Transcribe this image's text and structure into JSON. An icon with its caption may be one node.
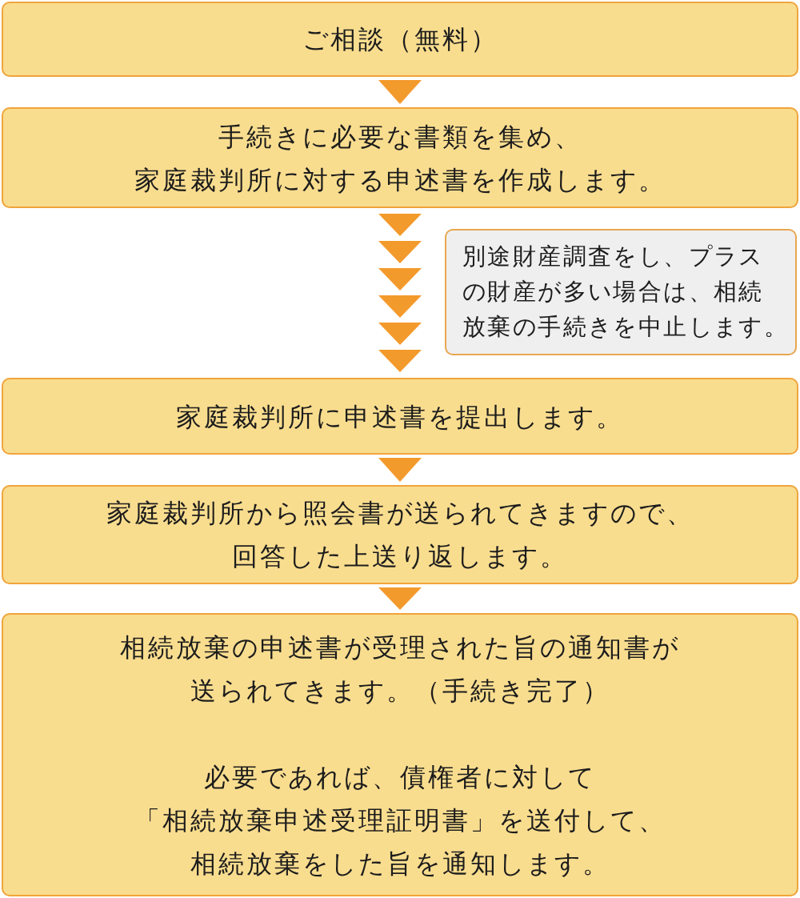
{
  "diagram": {
    "nodes": [
      {
        "text": [
          "ご相談（無料）"
        ]
      },
      {
        "text": [
          "手続きに必要な書類を集め、家庭裁判所に対する申述書を作成します。"
        ]
      },
      {
        "text": [
          "別途財産調査をし、プラスの財産が多い場合は、相続放棄の手続きを中止します。"
        ]
      },
      {
        "text": [
          "家庭裁判所に申述書を提出します。"
        ]
      },
      {
        "text": [
          "家庭裁判所から照会書が送られてきますので、回答した上送り返します。"
        ]
      },
      {
        "text": [
          "相続放棄の申述書が受理された旨の通知書が送られてきます。（手続き完了）",
          "必要であれば、債権者に対して「相続放棄申述受理証明書」を送付して、相続放棄をした旨を通知します。"
        ]
      }
    ],
    "edges": [
      {
        "from": 0,
        "to": 1,
        "arrow": "to"
      },
      {
        "from": 1,
        "to": 3,
        "arrow": "to"
      },
      {
        "from": 3,
        "to": 4,
        "arrow": "to"
      },
      {
        "from": 4,
        "to": 5,
        "arrow": "to"
      }
    ]
  }
}
